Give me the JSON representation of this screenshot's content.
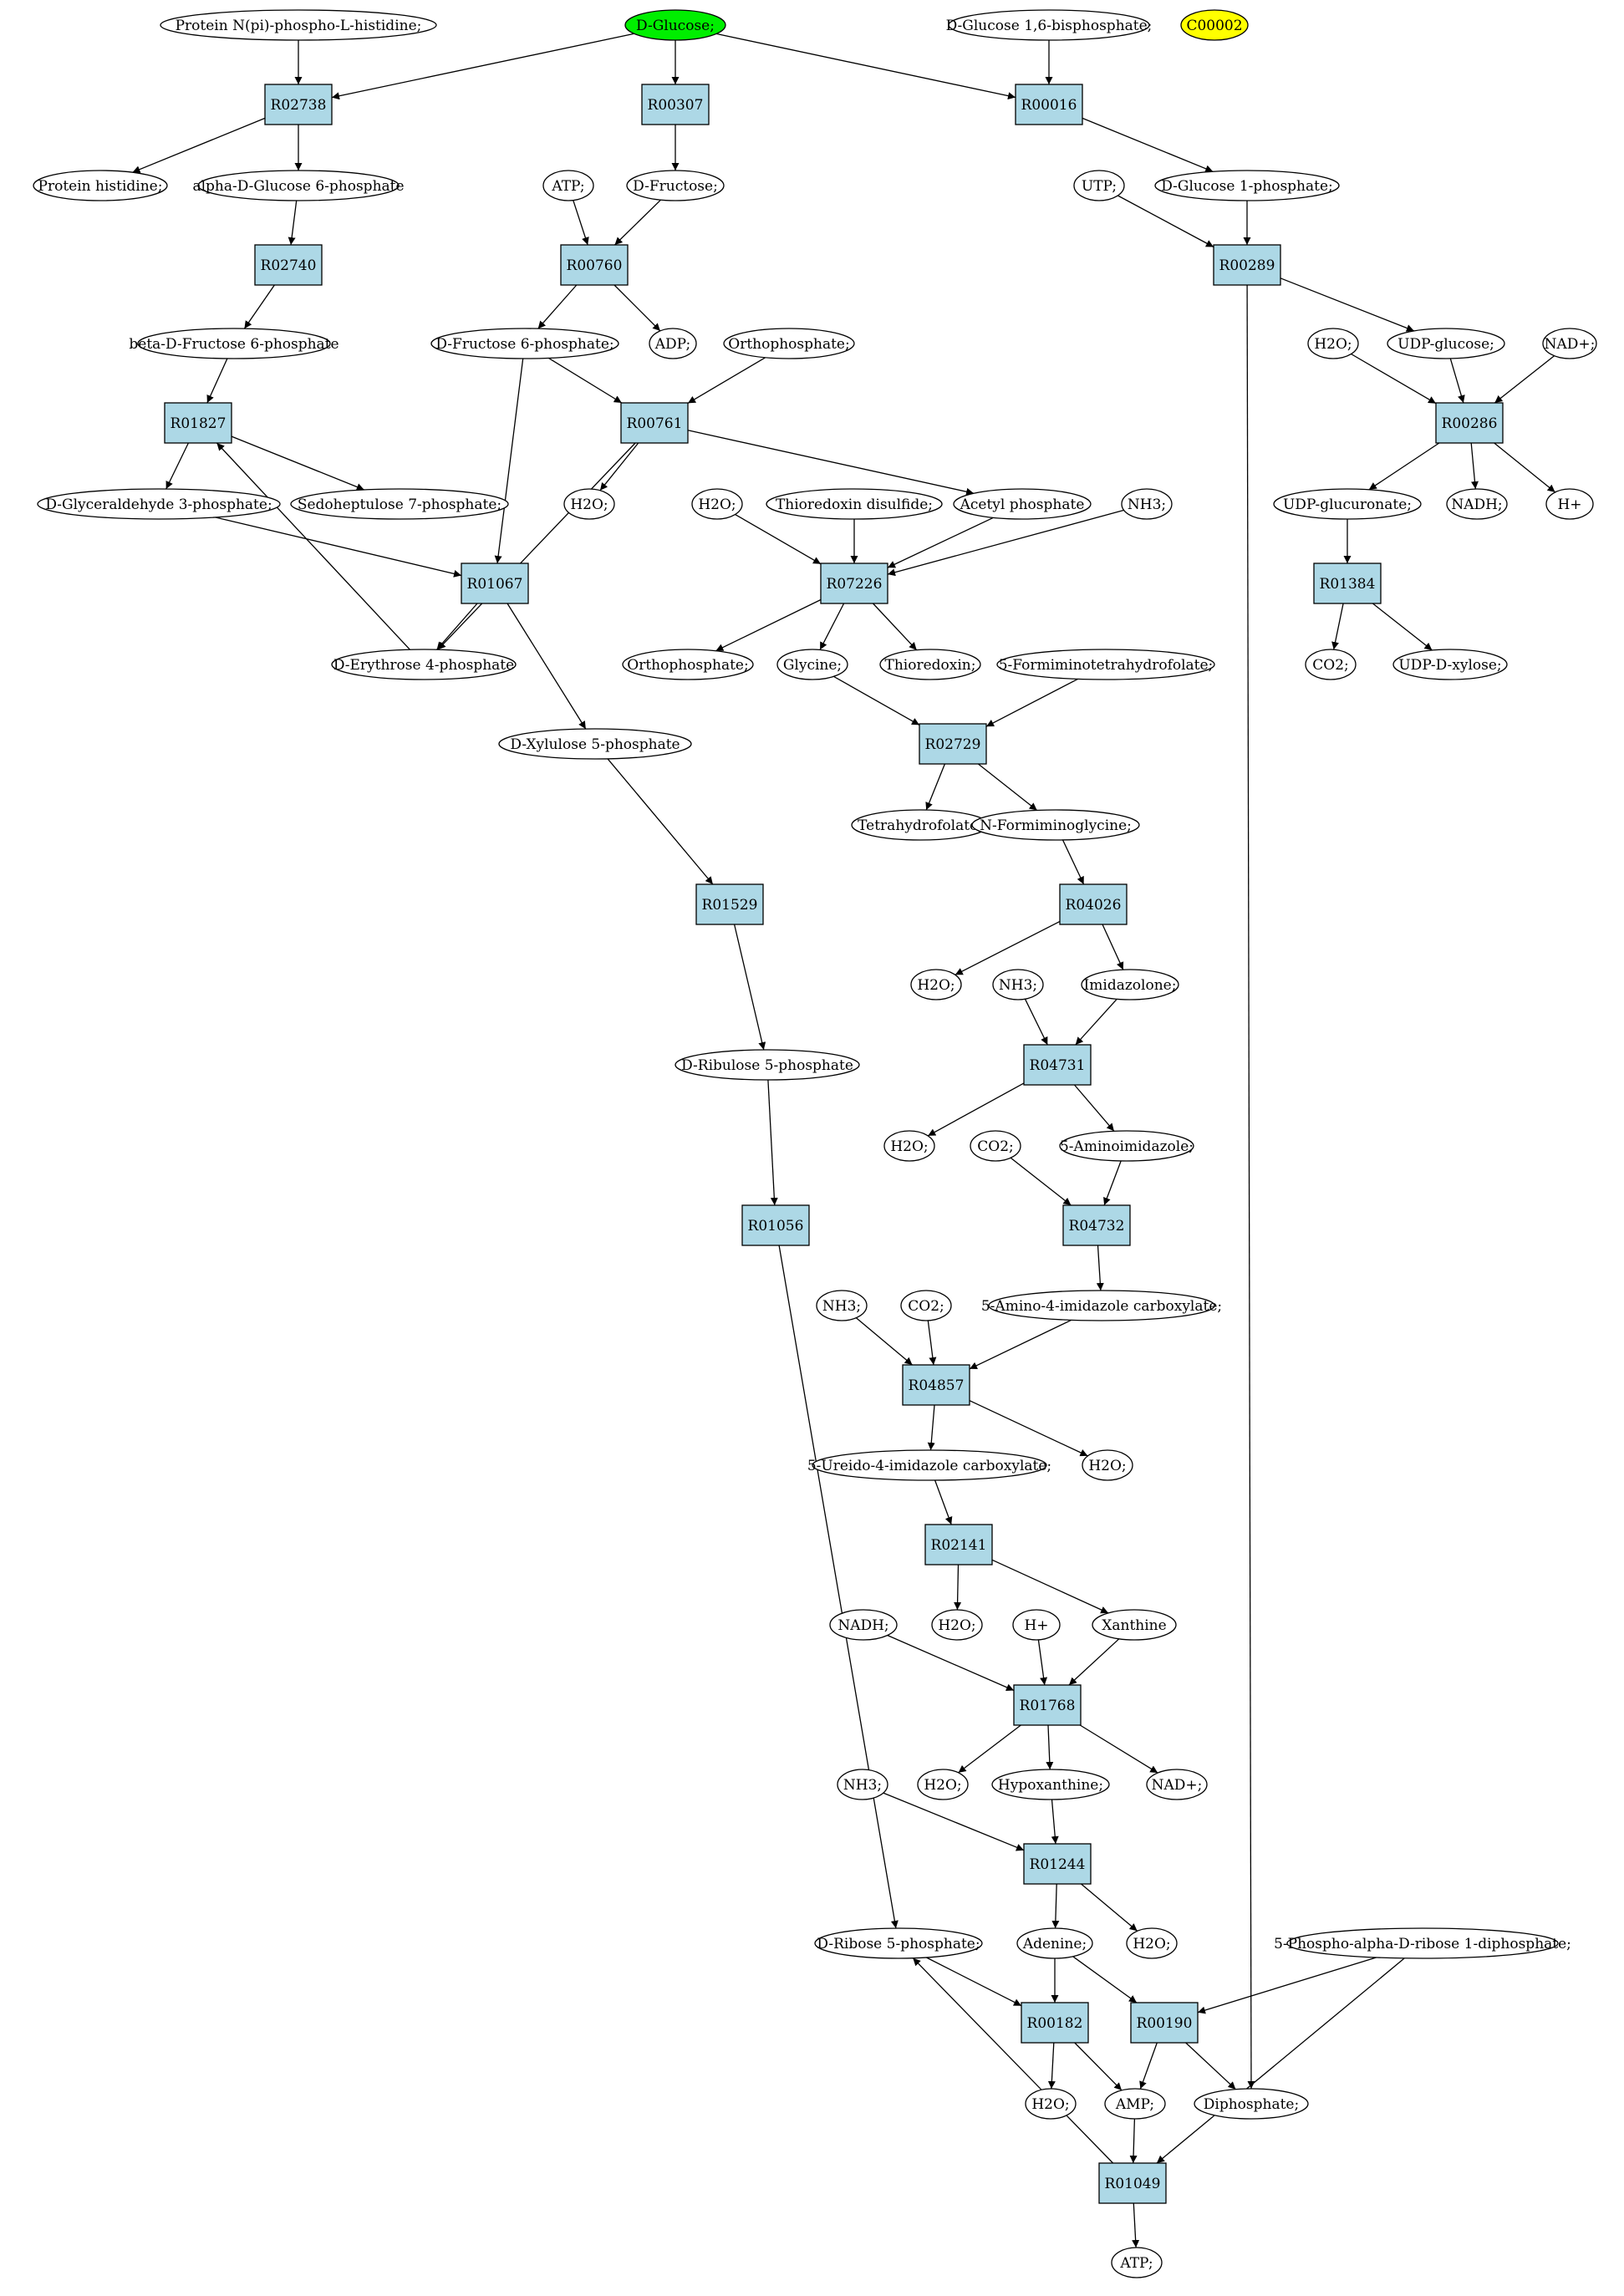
{
  "colors": {
    "reaction_fill": "#add8e6",
    "compound_fill": "#ffffff",
    "highlight_green": "#00ee00",
    "highlight_yellow": "#ffff00",
    "stroke": "#000000"
  },
  "nodes": [
    {
      "id": "c_pnp_his",
      "label": "Protein N(pi)-phospho-L-histidine;",
      "kind": "compound"
    },
    {
      "id": "c_dglucose",
      "label": "D-Glucose;",
      "kind": "compound",
      "fill": "green"
    },
    {
      "id": "c_dg16bp",
      "label": "D-Glucose 1,6-bisphosphate;",
      "kind": "compound"
    },
    {
      "id": "c_c00002",
      "label": "C00002",
      "kind": "compound",
      "fill": "yellow"
    },
    {
      "id": "r_R02738",
      "label": "R02738",
      "kind": "reaction"
    },
    {
      "id": "r_R00307",
      "label": "R00307",
      "kind": "reaction"
    },
    {
      "id": "r_R00016",
      "label": "R00016",
      "kind": "reaction"
    },
    {
      "id": "c_prot_his",
      "label": "Protein histidine;",
      "kind": "compound"
    },
    {
      "id": "c_adg6p",
      "label": "alpha-D-Glucose 6-phosphate",
      "kind": "compound"
    },
    {
      "id": "c_atp1",
      "label": "ATP;",
      "kind": "compound"
    },
    {
      "id": "c_dfructose",
      "label": "D-Fructose;",
      "kind": "compound"
    },
    {
      "id": "c_utp",
      "label": "UTP;",
      "kind": "compound"
    },
    {
      "id": "c_dg1p",
      "label": "D-Glucose 1-phosphate;",
      "kind": "compound"
    },
    {
      "id": "r_R02740",
      "label": "R02740",
      "kind": "reaction"
    },
    {
      "id": "r_R00760",
      "label": "R00760",
      "kind": "reaction"
    },
    {
      "id": "r_R00289",
      "label": "R00289",
      "kind": "reaction"
    },
    {
      "id": "c_bdf6p",
      "label": "beta-D-Fructose 6-phosphate",
      "kind": "compound"
    },
    {
      "id": "c_df6p",
      "label": "D-Fructose 6-phosphate;",
      "kind": "compound"
    },
    {
      "id": "c_adp",
      "label": "ADP;",
      "kind": "compound"
    },
    {
      "id": "c_ortho1",
      "label": "Orthophosphate;",
      "kind": "compound"
    },
    {
      "id": "c_h2o_a",
      "label": "H2O;",
      "kind": "compound"
    },
    {
      "id": "c_udpglc",
      "label": "UDP-glucose;",
      "kind": "compound"
    },
    {
      "id": "c_nad1",
      "label": "NAD+;",
      "kind": "compound"
    },
    {
      "id": "r_R01827",
      "label": "R01827",
      "kind": "reaction"
    },
    {
      "id": "r_R00761",
      "label": "R00761",
      "kind": "reaction"
    },
    {
      "id": "r_R00286",
      "label": "R00286",
      "kind": "reaction"
    },
    {
      "id": "c_dga3p",
      "label": "D-Glyceraldehyde 3-phosphate;",
      "kind": "compound"
    },
    {
      "id": "c_sed7p",
      "label": "Sedoheptulose 7-phosphate;",
      "kind": "compound"
    },
    {
      "id": "c_h2o_b",
      "label": "H2O;",
      "kind": "compound"
    },
    {
      "id": "c_h2o_c",
      "label": "H2O;",
      "kind": "compound"
    },
    {
      "id": "c_thiodis",
      "label": "Thioredoxin disulfide;",
      "kind": "compound"
    },
    {
      "id": "c_acetylp",
      "label": "Acetyl phosphate",
      "kind": "compound"
    },
    {
      "id": "c_nh3_a",
      "label": "NH3;",
      "kind": "compound"
    },
    {
      "id": "c_udpglcA",
      "label": "UDP-glucuronate;",
      "kind": "compound"
    },
    {
      "id": "c_nadh1",
      "label": "NADH;",
      "kind": "compound"
    },
    {
      "id": "c_hplus1",
      "label": "H+",
      "kind": "compound"
    },
    {
      "id": "r_R01067",
      "label": "R01067",
      "kind": "reaction"
    },
    {
      "id": "r_R07226",
      "label": "R07226",
      "kind": "reaction"
    },
    {
      "id": "r_R01384",
      "label": "R01384",
      "kind": "reaction"
    },
    {
      "id": "c_de4p",
      "label": "D-Erythrose 4-phosphate",
      "kind": "compound"
    },
    {
      "id": "c_ortho2",
      "label": "Orthophosphate;",
      "kind": "compound"
    },
    {
      "id": "c_glycine",
      "label": "Glycine;",
      "kind": "compound"
    },
    {
      "id": "c_thio",
      "label": "Thioredoxin;",
      "kind": "compound"
    },
    {
      "id": "c_5fthf",
      "label": "5-Formiminotetrahydrofolate;",
      "kind": "compound"
    },
    {
      "id": "c_co2_a",
      "label": "CO2;",
      "kind": "compound"
    },
    {
      "id": "c_udpxyl",
      "label": "UDP-D-xylose;",
      "kind": "compound"
    },
    {
      "id": "c_dx5p",
      "label": "D-Xylulose 5-phosphate",
      "kind": "compound"
    },
    {
      "id": "r_R02729",
      "label": "R02729",
      "kind": "reaction"
    },
    {
      "id": "c_thf",
      "label": "Tetrahydrofolate;",
      "kind": "compound"
    },
    {
      "id": "c_nfg",
      "label": "N-Formiminoglycine;",
      "kind": "compound"
    },
    {
      "id": "r_R01529",
      "label": "R01529",
      "kind": "reaction"
    },
    {
      "id": "r_R04026",
      "label": "R04026",
      "kind": "reaction"
    },
    {
      "id": "c_h2o_d",
      "label": "H2O;",
      "kind": "compound"
    },
    {
      "id": "c_nh3_b",
      "label": "NH3;",
      "kind": "compound"
    },
    {
      "id": "c_imid",
      "label": "Imidazolone;",
      "kind": "compound"
    },
    {
      "id": "c_dru5p",
      "label": "D-Ribulose 5-phosphate",
      "kind": "compound"
    },
    {
      "id": "r_R04731",
      "label": "R04731",
      "kind": "reaction"
    },
    {
      "id": "c_h2o_e",
      "label": "H2O;",
      "kind": "compound"
    },
    {
      "id": "c_co2_b",
      "label": "CO2;",
      "kind": "compound"
    },
    {
      "id": "c_5ai",
      "label": "5-Aminoimidazole;",
      "kind": "compound"
    },
    {
      "id": "r_R01056",
      "label": "R01056",
      "kind": "reaction"
    },
    {
      "id": "r_R04732",
      "label": "R04732",
      "kind": "reaction"
    },
    {
      "id": "c_5a4ic",
      "label": "5-Amino-4-imidazole carboxylate;",
      "kind": "compound"
    },
    {
      "id": "c_nh3_c",
      "label": "NH3;",
      "kind": "compound"
    },
    {
      "id": "c_co2_c",
      "label": "CO2;",
      "kind": "compound"
    },
    {
      "id": "r_R04857",
      "label": "R04857",
      "kind": "reaction"
    },
    {
      "id": "c_5u4ic",
      "label": "5-Ureido-4-imidazole carboxylate;",
      "kind": "compound"
    },
    {
      "id": "c_h2o_f",
      "label": "H2O;",
      "kind": "compound"
    },
    {
      "id": "r_R02141",
      "label": "R02141",
      "kind": "reaction"
    },
    {
      "id": "c_nadh2",
      "label": "NADH;",
      "kind": "compound"
    },
    {
      "id": "c_h2o_g",
      "label": "H2O;",
      "kind": "compound"
    },
    {
      "id": "c_hplus2",
      "label": "H+",
      "kind": "compound"
    },
    {
      "id": "c_xanthine",
      "label": "Xanthine",
      "kind": "compound"
    },
    {
      "id": "r_R01768",
      "label": "R01768",
      "kind": "reaction"
    },
    {
      "id": "c_nh3_d",
      "label": "NH3;",
      "kind": "compound"
    },
    {
      "id": "c_h2o_h",
      "label": "H2O;",
      "kind": "compound"
    },
    {
      "id": "c_hypox",
      "label": "Hypoxanthine;",
      "kind": "compound"
    },
    {
      "id": "c_nad2",
      "label": "NAD+;",
      "kind": "compound"
    },
    {
      "id": "r_R01244",
      "label": "R01244",
      "kind": "reaction"
    },
    {
      "id": "c_dr5p",
      "label": "D-Ribose 5-phosphate;",
      "kind": "compound"
    },
    {
      "id": "c_adenine",
      "label": "Adenine;",
      "kind": "compound"
    },
    {
      "id": "c_h2o_i",
      "label": "H2O;",
      "kind": "compound"
    },
    {
      "id": "c_prpp",
      "label": "5-Phospho-alpha-D-ribose 1-diphosphate;",
      "kind": "compound"
    },
    {
      "id": "r_R00182",
      "label": "R00182",
      "kind": "reaction"
    },
    {
      "id": "r_R00190",
      "label": "R00190",
      "kind": "reaction"
    },
    {
      "id": "c_h2o_j",
      "label": "H2O;",
      "kind": "compound"
    },
    {
      "id": "c_amp",
      "label": "AMP;",
      "kind": "compound"
    },
    {
      "id": "c_diphos",
      "label": "Diphosphate;",
      "kind": "compound"
    },
    {
      "id": "r_R01049",
      "label": "R01049",
      "kind": "reaction"
    },
    {
      "id": "c_atp2",
      "label": "ATP;",
      "kind": "compound"
    }
  ],
  "edges": [
    [
      "c_pnp_his",
      "r_R02738"
    ],
    [
      "c_dglucose",
      "r_R02738"
    ],
    [
      "c_dglucose",
      "r_R00307"
    ],
    [
      "c_dglucose",
      "r_R00016"
    ],
    [
      "c_dg16bp",
      "r_R00016"
    ],
    [
      "r_R02738",
      "c_prot_his"
    ],
    [
      "r_R02738",
      "c_adg6p"
    ],
    [
      "r_R00307",
      "c_dfructose"
    ],
    [
      "r_R00016",
      "c_dg1p"
    ],
    [
      "c_adg6p",
      "r_R02740"
    ],
    [
      "c_atp1",
      "r_R00760"
    ],
    [
      "c_dfructose",
      "r_R00760"
    ],
    [
      "c_utp",
      "r_R00289"
    ],
    [
      "c_dg1p",
      "r_R00289"
    ],
    [
      "r_R02740",
      "c_bdf6p"
    ],
    [
      "r_R00760",
      "c_df6p"
    ],
    [
      "r_R00760",
      "c_adp"
    ],
    [
      "r_R00289",
      "c_udpglc"
    ],
    [
      "r_R00289",
      "c_diphos"
    ],
    [
      "c_bdf6p",
      "r_R01827"
    ],
    [
      "c_df6p",
      "r_R00761"
    ],
    [
      "c_ortho1",
      "r_R00761"
    ],
    [
      "c_df6p",
      "r_R01067"
    ],
    [
      "c_h2o_a",
      "r_R00286"
    ],
    [
      "c_udpglc",
      "r_R00286"
    ],
    [
      "c_nad1",
      "r_R00286"
    ],
    [
      "r_R01827",
      "c_dga3p"
    ],
    [
      "r_R01827",
      "c_sed7p"
    ],
    [
      "r_R00761",
      "c_h2o_b"
    ],
    [
      "r_R00761",
      "c_acetylp"
    ],
    [
      "r_R00761",
      "c_de4p"
    ],
    [
      "r_R00286",
      "c_udpglcA"
    ],
    [
      "r_R00286",
      "c_nadh1"
    ],
    [
      "r_R00286",
      "c_hplus1"
    ],
    [
      "c_dga3p",
      "r_R01067"
    ],
    [
      "c_h2o_c",
      "r_R07226"
    ],
    [
      "c_thiodis",
      "r_R07226"
    ],
    [
      "c_acetylp",
      "r_R07226"
    ],
    [
      "c_nh3_a",
      "r_R07226"
    ],
    [
      "c_udpglcA",
      "r_R01384"
    ],
    [
      "r_R01067",
      "c_de4p"
    ],
    [
      "r_R01067",
      "c_dx5p"
    ],
    [
      "c_de4p",
      "r_R01827"
    ],
    [
      "r_R07226",
      "c_ortho2"
    ],
    [
      "r_R07226",
      "c_glycine"
    ],
    [
      "r_R07226",
      "c_thio"
    ],
    [
      "r_R01384",
      "c_co2_a"
    ],
    [
      "r_R01384",
      "c_udpxyl"
    ],
    [
      "c_glycine",
      "r_R02729"
    ],
    [
      "c_5fthf",
      "r_R02729"
    ],
    [
      "r_R02729",
      "c_thf"
    ],
    [
      "r_R02729",
      "c_nfg"
    ],
    [
      "c_dx5p",
      "r_R01529"
    ],
    [
      "c_nfg",
      "r_R04026"
    ],
    [
      "r_R04026",
      "c_h2o_d"
    ],
    [
      "r_R04026",
      "c_imid"
    ],
    [
      "r_R01529",
      "c_dru5p"
    ],
    [
      "c_nh3_b",
      "r_R04731"
    ],
    [
      "c_imid",
      "r_R04731"
    ],
    [
      "r_R04731",
      "c_h2o_e"
    ],
    [
      "r_R04731",
      "c_5ai"
    ],
    [
      "c_dru5p",
      "r_R01056"
    ],
    [
      "c_co2_b",
      "r_R04732"
    ],
    [
      "c_5ai",
      "r_R04732"
    ],
    [
      "r_R04732",
      "c_5a4ic"
    ],
    [
      "c_nh3_c",
      "r_R04857"
    ],
    [
      "c_co2_c",
      "r_R04857"
    ],
    [
      "c_5a4ic",
      "r_R04857"
    ],
    [
      "r_R04857",
      "c_5u4ic"
    ],
    [
      "r_R04857",
      "c_h2o_f"
    ],
    [
      "c_5u4ic",
      "r_R02141"
    ],
    [
      "r_R02141",
      "c_h2o_g"
    ],
    [
      "r_R02141",
      "c_xanthine"
    ],
    [
      "c_nadh2",
      "r_R01768"
    ],
    [
      "c_hplus2",
      "r_R01768"
    ],
    [
      "c_xanthine",
      "r_R01768"
    ],
    [
      "r_R01768",
      "c_h2o_h"
    ],
    [
      "r_R01768",
      "c_hypox"
    ],
    [
      "r_R01768",
      "c_nad2"
    ],
    [
      "c_nh3_d",
      "r_R01244"
    ],
    [
      "c_hypox",
      "r_R01244"
    ],
    [
      "r_R01244",
      "c_adenine"
    ],
    [
      "r_R01244",
      "c_h2o_i"
    ],
    [
      "r_R01056",
      "c_dr5p"
    ],
    [
      "c_dr5p",
      "r_R00182"
    ],
    [
      "c_adenine",
      "r_R00182"
    ],
    [
      "c_adenine",
      "r_R00190"
    ],
    [
      "c_prpp",
      "r_R00190"
    ],
    [
      "r_R00182",
      "c_h2o_j"
    ],
    [
      "r_R00182",
      "c_amp"
    ],
    [
      "r_R00190",
      "c_amp"
    ],
    [
      "r_R00190",
      "c_diphos"
    ],
    [
      "c_amp",
      "r_R01049"
    ],
    [
      "c_prpp",
      "r_R01049"
    ],
    [
      "r_R01049",
      "c_atp2"
    ],
    [
      "r_R01049",
      "c_dr5p"
    ]
  ]
}
